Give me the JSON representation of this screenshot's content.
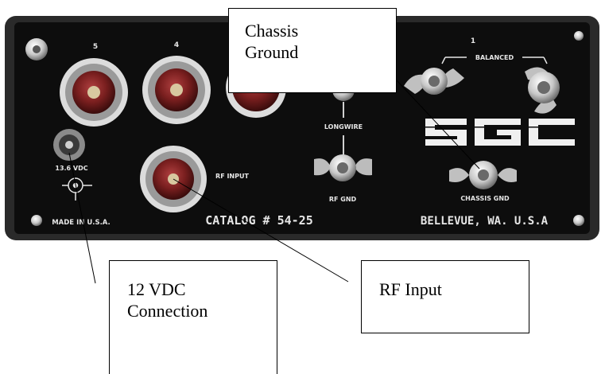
{
  "panel": {
    "jack_numbers": [
      "5",
      "4",
      "1"
    ],
    "balanced_label": "BALANCED",
    "longwire_label": "LONGWIRE",
    "rf_input_label": "RF INPUT",
    "rf_gnd_label": "RF GND",
    "chassis_gnd_label": "CHASSIS GND",
    "vdc_label": "13.6 VDC",
    "made_in_label": "MADE IN U.S.A.",
    "catalog_label": "CATALOG # 54-25",
    "location_label": "BELLEVUE, WA. U.S.A",
    "brand_logo": "SGC"
  },
  "callouts": {
    "chassis_ground": [
      "Chassis",
      "Ground"
    ],
    "dc_connection": [
      "12 VDC",
      "Connection"
    ],
    "rf_input": [
      "RF Input"
    ]
  },
  "colors": {
    "panel": "#0d0d0d",
    "frame": "#2a2a2a",
    "panel_text": "#e6e6e6",
    "jack_outer": "#d8d8d8",
    "jack_inner": "#8a2a2a",
    "metal": "#c8c8c8"
  }
}
